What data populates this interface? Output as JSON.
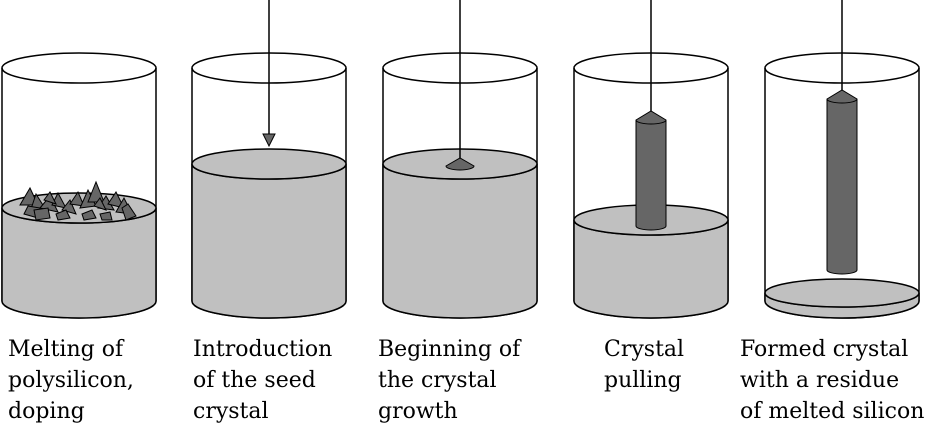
{
  "colors": {
    "melt": "#c0c0c0",
    "crystal": "#666666",
    "outline": "#000000",
    "background": "#ffffff"
  },
  "stages": [
    {
      "caption": "Melting of\npolysilicon,\ndoping"
    },
    {
      "caption": "Introduction\nof the seed\ncrystal"
    },
    {
      "caption": "Beginning of\nthe crystal\ngrowth"
    },
    {
      "caption": "Crystal\npulling"
    },
    {
      "caption": "Formed crystal\nwith a residue\nof melted silicon"
    }
  ]
}
